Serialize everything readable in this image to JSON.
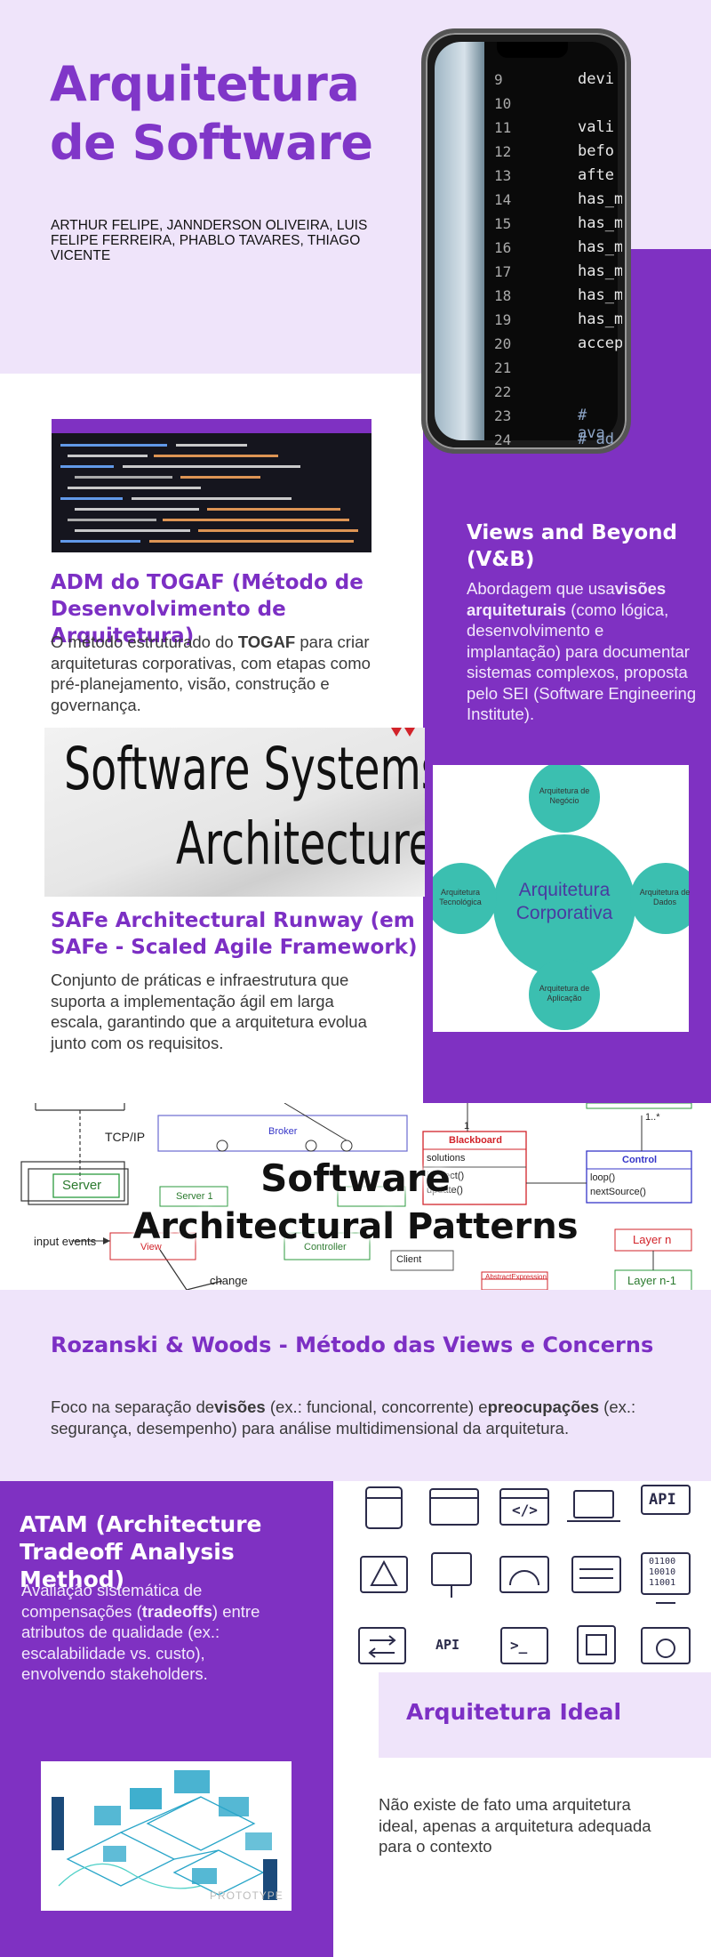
{
  "header": {
    "title_line1": "Arquitetura",
    "title_line2": "de Software",
    "authors": "ARTHUR FELIPE, JANNDERSON OLIVEIRA, LUIS FELIPE FERREIRA, PHABLO TAVARES, THIAGO VICENTE"
  },
  "phone": {
    "line_numbers": [
      "9",
      "10",
      "11",
      "12",
      "13",
      "14",
      "15",
      "16",
      "17",
      "18",
      "19",
      "20",
      "21",
      "22",
      "23",
      "24"
    ],
    "code": [
      "devi",
      "",
      "vali",
      "befo",
      "afte",
      "has_m",
      "has_m",
      "has_m",
      "has_m",
      "has_m",
      "has_m",
      "accep",
      "",
      "",
      "# ava",
      "# ad"
    ]
  },
  "togaf": {
    "title": "ADM do TOGAF (Método de Desenvolvimento de Arquitetura)",
    "text_pre": "O método estruturado do ",
    "text_bold": "TOGAF",
    "text_post": " para criar arquiteturas corporativas, com etapas como pré-planejamento, visão, construção e governança."
  },
  "vb": {
    "title": "Views and Beyond (V&B)",
    "text_pre": "Abordagem que usa",
    "text_bold": "visões arquiteturais",
    "text_post": " (como lógica, desenvolvimento e implantação) para documentar sistemas complexos, proposta pelo SEI (Software Engineering Institute)."
  },
  "book": {
    "line1": "Software Systems",
    "line2": "Architecture"
  },
  "corp_diagram": {
    "center": "Arquitetura Corporativa",
    "top": "Arquitetura de Negócio",
    "left": "Arquitetura Tecnológica",
    "right": "Arquitetura de Dados",
    "bottom": "Arquitetura de Aplicação"
  },
  "safe": {
    "title": "SAFe Architectural Runway (em SAFe - Scaled Agile Framework)",
    "text": "Conjunto de práticas e infraestrutura que suporta a implementação ágil em larga escala, garantindo que a arquitetura evolua junto com os requisitos."
  },
  "patterns_banner": {
    "line1": "Software",
    "line2": "Architectural Patterns",
    "labels": {
      "tcpip": "TCP/IP",
      "server": "Server",
      "broker": "Broker",
      "server1": "Server 1",
      "input_events": "input events",
      "view": "View",
      "controller": "Controller",
      "change": "change",
      "client": "Client",
      "blackboard": "Blackboard",
      "solutions": "solutions",
      "inspect": "inspect()",
      "update": "update()",
      "control": "Control",
      "loop": "loop()",
      "next_source": "nextSource()",
      "layer_n": "Layer n",
      "layer_n1": "Layer n-1",
      "abstract": "AbstractExpression",
      "one": "1",
      "one_dots": "1..*"
    }
  },
  "rozanski": {
    "title": "Rozanski & Woods - Método das Views e Concerns",
    "text_pre": "Foco na separação de",
    "text_bold1": "visões",
    "text_mid": " (ex.: funcional, concorrente) e",
    "text_bold2": "preocupações",
    "text_post": " (ex.: segurança, desempenho) para análise multidimensional da arquitetura."
  },
  "atam": {
    "title": "ATAM (Architecture Tradeoff Analysis Method)",
    "text_pre": "Avaliação sistemática de compensações (",
    "text_bold": "tradeoffs",
    "text_post": ") entre atributos de qualidade (ex.: escalabilidade vs. custo), envolvendo stakeholders."
  },
  "ideal": {
    "title": "Arquitetura Ideal",
    "text": "Não existe de fato uma arquitetura ideal, apenas a arquitetura adequada para o contexto"
  },
  "icons": {
    "api1": "API",
    "api2": "API",
    "code": "</>",
    "prompt": ">_",
    "binary1": "01100",
    "binary2": "10010",
    "binary3": "11001"
  },
  "iso_image": {
    "watermark": "PROTOTYPE"
  },
  "colors": {
    "purple": "#7f31c2",
    "lilac": "#efe4fa",
    "teal": "#3bbfb0"
  }
}
